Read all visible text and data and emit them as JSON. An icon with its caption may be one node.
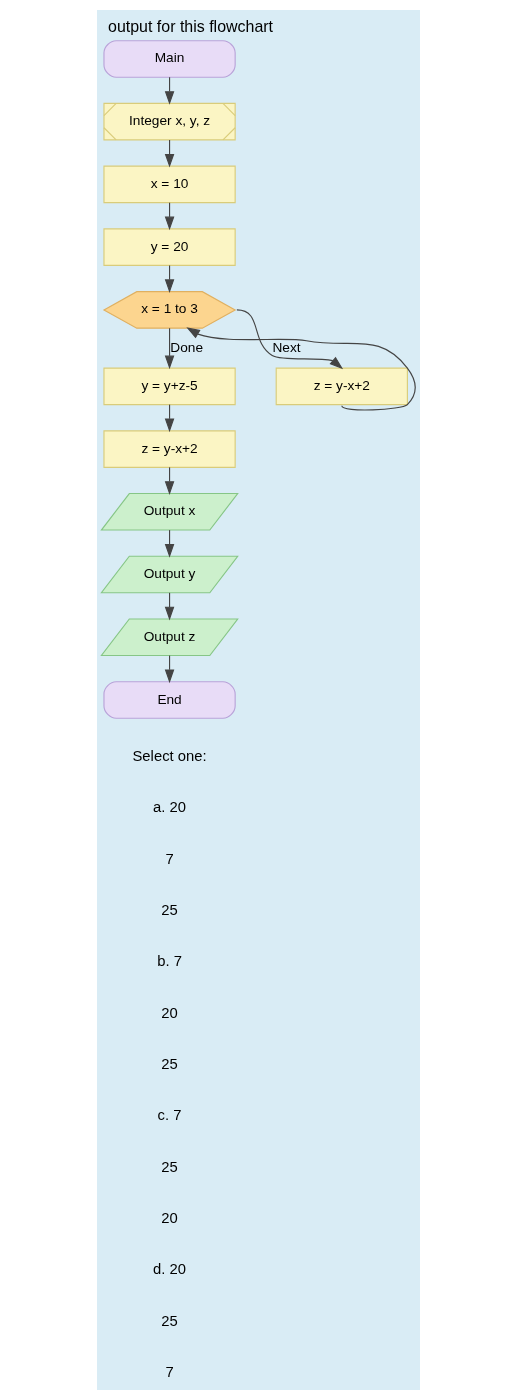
{
  "diagram": {
    "title": "output for this flowchart",
    "nodes": [
      {
        "text": [
          "Main"
        ]
      },
      {
        "text": [
          "Integer x, y, z"
        ]
      },
      {
        "text": [
          "x = 10"
        ]
      },
      {
        "text": [
          "y = 20"
        ]
      },
      {
        "text": [
          "x = 1 to 3"
        ]
      },
      {
        "text": [
          "z = y-x+2"
        ]
      },
      {
        "text": [
          "y = y+z-5"
        ]
      },
      {
        "text": [
          "z = y-x+2"
        ]
      },
      {
        "text": [
          "Output x"
        ]
      },
      {
        "text": [
          "Output y"
        ]
      },
      {
        "text": [
          "Output z"
        ]
      },
      {
        "text": [
          "End"
        ]
      }
    ],
    "edges": [
      {
        "from": 0,
        "to": 1,
        "arrow": "to"
      },
      {
        "from": 1,
        "to": 2,
        "arrow": "to"
      },
      {
        "from": 2,
        "to": 3,
        "arrow": "to"
      },
      {
        "from": 3,
        "to": 4,
        "arrow": "to"
      },
      {
        "from": 4,
        "to": 5,
        "arrow": "to",
        "label": "Next"
      },
      {
        "from": 5,
        "to": 4,
        "arrow": "to"
      },
      {
        "from": 4,
        "to": 6,
        "arrow": "to",
        "label": "Done"
      },
      {
        "from": 6,
        "to": 7,
        "arrow": "to"
      },
      {
        "from": 7,
        "to": 8,
        "arrow": "to"
      },
      {
        "from": 8,
        "to": 9,
        "arrow": "to"
      },
      {
        "from": 9,
        "to": 10,
        "arrow": "to"
      },
      {
        "from": 10,
        "to": 11,
        "arrow": "to"
      }
    ],
    "labels": [
      "Select one:",
      "a. 20",
      "7",
      "25",
      "b. 7",
      "20",
      "25",
      "c. 7",
      "25",
      "20",
      "d. 20",
      "25",
      "7"
    ]
  }
}
